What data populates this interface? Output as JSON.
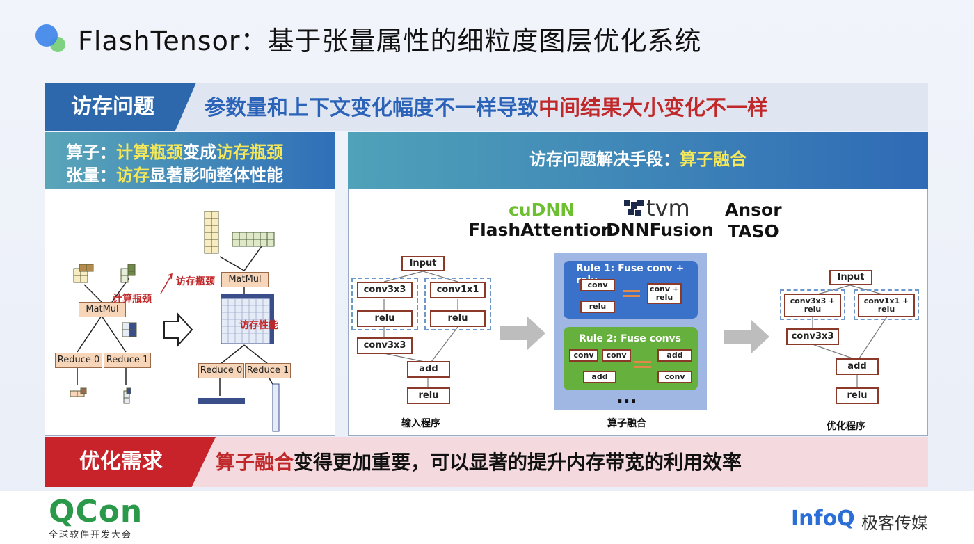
{
  "slide": {
    "title": "FlashTensor：基于张量属性的细粒度图层优化系统"
  },
  "top_banner": {
    "tag": "访存问题",
    "text_blue": "参数量和上下文变化幅度不一样导致",
    "text_red": "中间结果大小变化不一样"
  },
  "left_panel": {
    "line1_prefix": "算子：",
    "line1_hl1": "计算瓶颈",
    "line1_mid": "变成",
    "line1_hl2": "访存瓶颈",
    "line2_prefix": "张量：",
    "line2_hl": "访存",
    "line2_rest": "显著影响整体性能",
    "diagram": {
      "matmul": "MatMul",
      "reduce0": "Reduce 0",
      "reduce1": "Reduce 1",
      "compute_bottleneck": "计算瓶颈",
      "memory_bottleneck": "访存瓶颈",
      "memory_performance": "访存性能"
    }
  },
  "right_panel": {
    "header_prefix": "访存问题解决手段：",
    "header_hl": "算子融合",
    "libs": {
      "cudnn": "cuDNN",
      "flashattention": "FlashAttention",
      "tvm": "tvm",
      "dnnfusion": "DNNFusion",
      "ansor": "Ansor",
      "taso": "TASO"
    },
    "input_graph": {
      "input": "Input",
      "conv3x3_a": "conv3x3",
      "conv1x1": "conv1x1",
      "relu_a": "relu",
      "relu_b": "relu",
      "conv3x3_b": "conv3x3",
      "add": "add",
      "relu_out": "relu",
      "caption": "输入程序"
    },
    "rules": {
      "rule1_title": "Rule 1: Fuse conv + relu",
      "rule1_conv": "conv",
      "rule1_relu": "relu",
      "rule1_fused": "conv + relu",
      "rule2_title": "Rule 2: Fuse convs",
      "rule2_conv_a": "conv",
      "rule2_conv_b": "conv",
      "rule2_add": "add",
      "rule2_add_r": "add",
      "rule2_conv_r": "conv",
      "ellipsis": "...",
      "caption": "算子融合"
    },
    "output_graph": {
      "input": "Input",
      "fused_a": "conv3x3 + relu",
      "fused_b": "conv1x1 + relu",
      "conv3x3": "conv3x3",
      "add": "add",
      "relu": "relu",
      "caption": "优化程序"
    }
  },
  "bottom_banner": {
    "tag": "优化需求",
    "text_hl": "算子融合",
    "text_rest": "变得更加重要，可以显著的提升内存带宽的利用效率"
  },
  "footer": {
    "qcon": "QCon",
    "qcon_sub": "全球软件开发大会",
    "infoq": "InfoQ",
    "infoq_cn": "极客传媒"
  }
}
